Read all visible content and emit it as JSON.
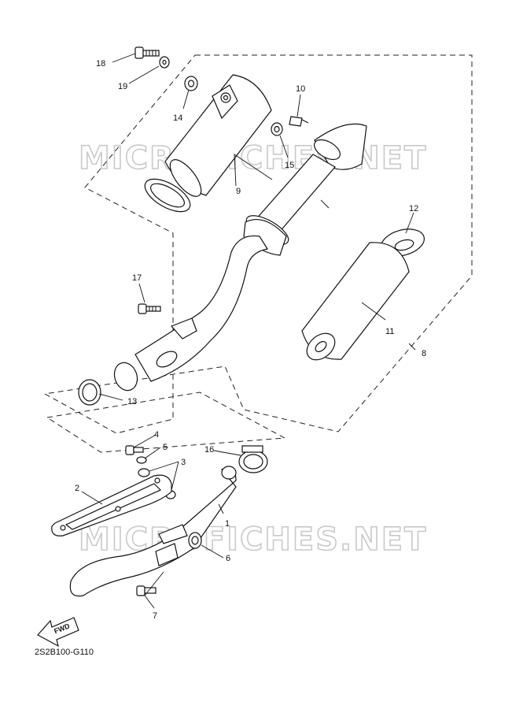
{
  "watermark": "MICROFICHES.NET",
  "diagram_code": "2S2B100-G110",
  "fwd_label": "FWD",
  "callouts": {
    "c1": "1",
    "c2": "2",
    "c3": "3",
    "c4": "4",
    "c5": "5",
    "c6": "6",
    "c7": "7",
    "c8": "8",
    "c9": "9",
    "c10": "10",
    "c11": "11",
    "c12": "12",
    "c13": "13",
    "c14": "14",
    "c15": "15",
    "c16": "16",
    "c17": "17",
    "c18": "18",
    "c19": "19"
  }
}
